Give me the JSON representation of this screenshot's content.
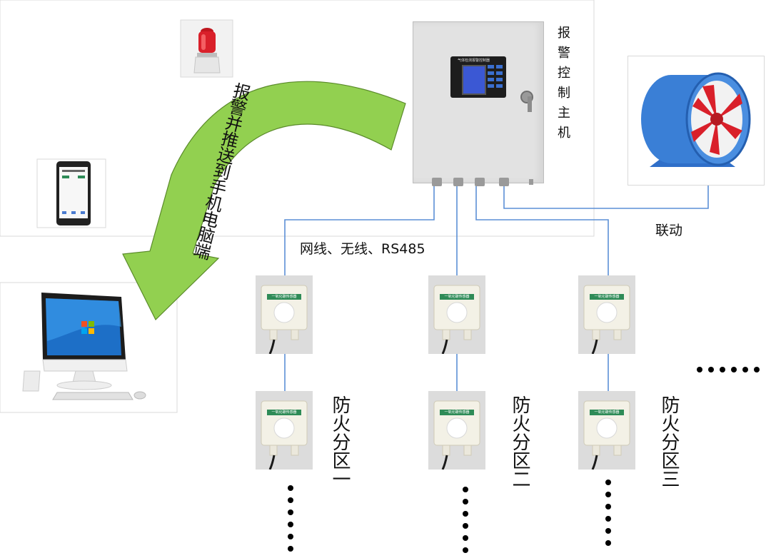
{
  "arrow_text": "报警并推送到手机电脑端",
  "controller_label": "报警控制主机",
  "controller_screen_title": "气体检测报警控制器",
  "link_label": "联动",
  "network_label": "网线、无线、RS485",
  "sensor_label": "一氧化碳传感器",
  "zones": [
    "防火分区一",
    "防火分区二",
    "防火分区三"
  ],
  "colors": {
    "arrow_green": "#92d050",
    "wire_blue": "#5b8fd6",
    "fan_blue": "#2f6fc9",
    "fan_red": "#d9202a",
    "sensor_green": "#2e8b57",
    "cabinet_gray": "#e2e2e2"
  },
  "icons": [
    "alarm-light-icon",
    "smartphone-icon",
    "desktop-computer-icon",
    "controller-cabinet-icon",
    "axial-fan-icon",
    "gas-sensor-icon"
  ]
}
